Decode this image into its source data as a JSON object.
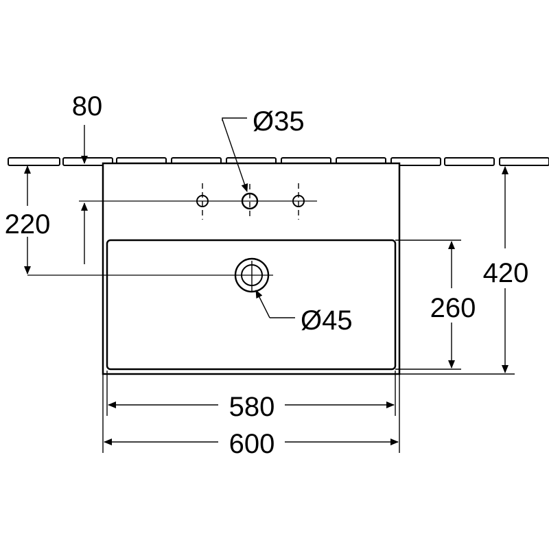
{
  "colors": {
    "line": "#000000",
    "background": "#ffffff"
  },
  "dimensions": {
    "countertop_gap": "80",
    "tap_hole_offset": "220",
    "tap_hole_diameter": "Ø35",
    "drain_diameter": "Ø45",
    "basin_inner_depth": "260",
    "overall_depth": "420",
    "basin_inner_width": "580",
    "overall_width": "600"
  }
}
